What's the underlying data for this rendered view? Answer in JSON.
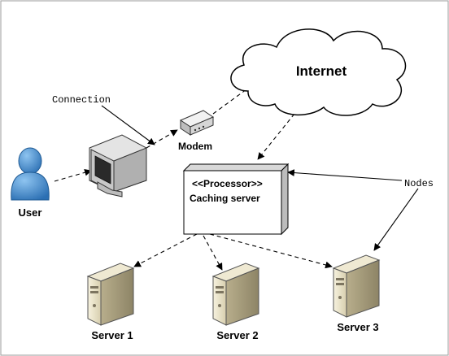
{
  "nodes": {
    "internet": "Internet",
    "modem": "Modem",
    "user": "User",
    "processor_stereotype": "<<Processor>>",
    "processor_name": "Caching server",
    "server1": "Server 1",
    "server2": "Server 2",
    "server3": "Server 3"
  },
  "annotations": {
    "connection": "Connection",
    "nodes": "Nodes"
  }
}
